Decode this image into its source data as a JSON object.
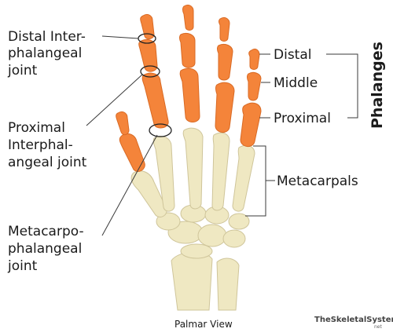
{
  "colors": {
    "phalanx": "#f4843a",
    "phalanx_edge": "#d96a24",
    "bone": "#efe8c2",
    "bone_edge": "#cfc59a",
    "text": "#1a1a1a"
  },
  "labels": {
    "distal_inter_1": "Distal Inter-",
    "distal_inter_2": "phalangeal",
    "distal_inter_3": "joint",
    "proximal_inter_1": "Proximal",
    "proximal_inter_2": "Interphal-",
    "proximal_inter_3": "angeal joint",
    "metacarpo_1": "Metacarpo-",
    "metacarpo_2": "phalangeal",
    "metacarpo_3": "joint",
    "distal": "Distal",
    "middle": "Middle",
    "proximal": "Proximal",
    "phalanges": "Phalanges",
    "metacarpals": "Metacarpals",
    "view": "Palmar View",
    "brand_main": "TheSkeletalSystem",
    "brand_sub": "net"
  }
}
